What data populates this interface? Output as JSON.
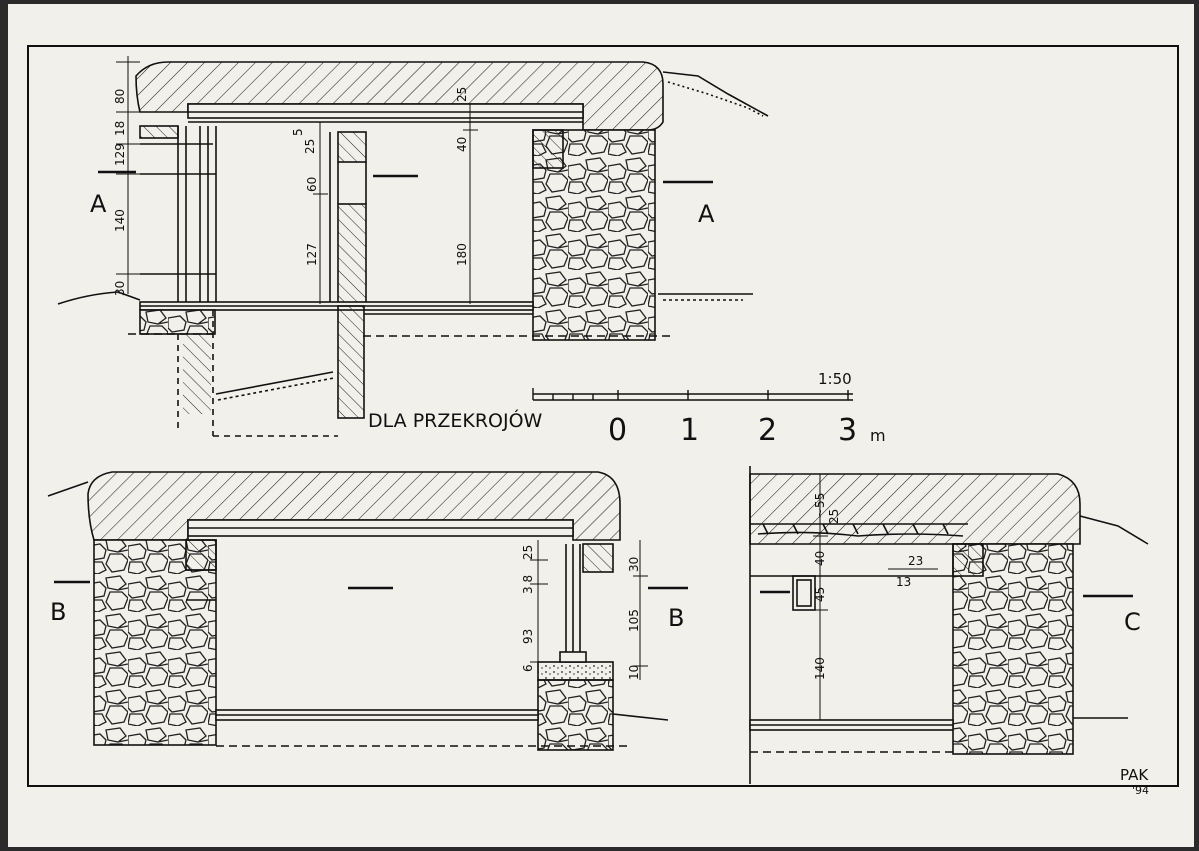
{
  "section_labels": {
    "a_left": "A",
    "a_right": "A",
    "b_left": "B",
    "b_right": "B",
    "c_right": "C"
  },
  "scale": {
    "ratio": "1:50",
    "caption": "DLA PRZEKROJÓW",
    "ticks": [
      "0",
      "1",
      "2",
      "3"
    ],
    "unit": "m"
  },
  "section_a_dims": {
    "d80": "80",
    "d18": "18",
    "d129": "129",
    "d140": "140",
    "d30": "30",
    "d25a": "25",
    "d40": "40",
    "d5": "5",
    "d25b": "25",
    "d60": "60",
    "d127": "127",
    "d180": "180"
  },
  "section_b_dims": {
    "d25": "25",
    "d38": "3 8",
    "d93": "93",
    "d6": "6",
    "d30": "30",
    "d105": "105",
    "d10": "10"
  },
  "section_c_dims": {
    "d55": "~55",
    "d25": "25",
    "d40": "40",
    "d45": "45",
    "d140": "140",
    "d23": "23",
    "d13": "13"
  },
  "signature": {
    "initials": "PAK",
    "year": "'94"
  }
}
